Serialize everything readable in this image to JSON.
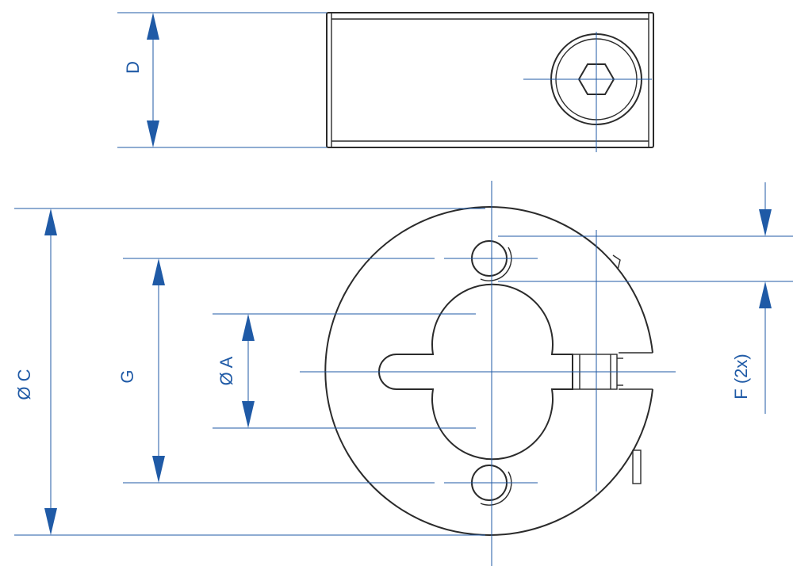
{
  "colors": {
    "dimension": "#1f5aa6",
    "outline": "#2b2b2b",
    "background": "#ffffff"
  },
  "labels": {
    "d": "D",
    "c": "Ø C",
    "g": "G",
    "a": "Ø A",
    "f": "F (2x)"
  }
}
